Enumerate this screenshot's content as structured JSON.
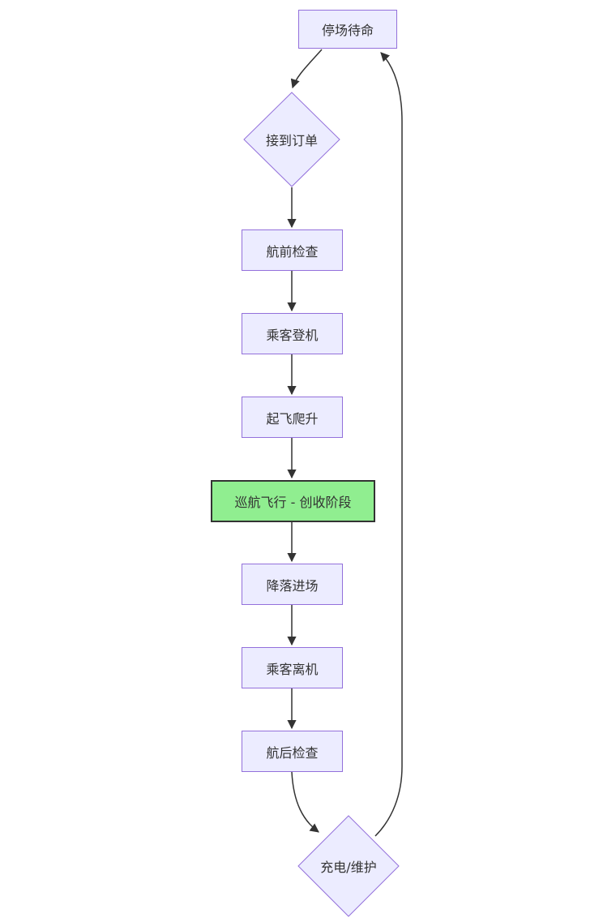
{
  "diagram": {
    "type": "flowchart",
    "direction": "top-down",
    "background_color": "#ffffff",
    "node_fill_color": "#ECECFF",
    "node_border_color": "#9370DB",
    "highlight_fill_color": "#90EE90",
    "highlight_border_color": "#333333",
    "edge_color": "#333333",
    "text_color": "#333333",
    "nodes": [
      {
        "id": "parked",
        "label": "停场待命",
        "shape": "rect"
      },
      {
        "id": "order",
        "label": "接到订单",
        "shape": "diamond"
      },
      {
        "id": "preflight",
        "label": "航前检查",
        "shape": "rect"
      },
      {
        "id": "boarding",
        "label": "乘客登机",
        "shape": "rect"
      },
      {
        "id": "takeoff",
        "label": "起飞爬升",
        "shape": "rect"
      },
      {
        "id": "cruise",
        "label": "巡航飞行 - 创收阶段",
        "shape": "rect",
        "highlighted": true
      },
      {
        "id": "landing",
        "label": "降落进场",
        "shape": "rect"
      },
      {
        "id": "deplane",
        "label": "乘客离机",
        "shape": "rect"
      },
      {
        "id": "postflight",
        "label": "航后检查",
        "shape": "rect"
      },
      {
        "id": "charging",
        "label": "充电/维护",
        "shape": "diamond"
      }
    ],
    "edges": [
      {
        "from": "parked",
        "to": "order"
      },
      {
        "from": "order",
        "to": "preflight"
      },
      {
        "from": "preflight",
        "to": "boarding"
      },
      {
        "from": "boarding",
        "to": "takeoff"
      },
      {
        "from": "takeoff",
        "to": "cruise"
      },
      {
        "from": "cruise",
        "to": "landing"
      },
      {
        "from": "landing",
        "to": "deplane"
      },
      {
        "from": "deplane",
        "to": "postflight"
      },
      {
        "from": "postflight",
        "to": "charging"
      },
      {
        "from": "charging",
        "to": "parked"
      }
    ]
  }
}
